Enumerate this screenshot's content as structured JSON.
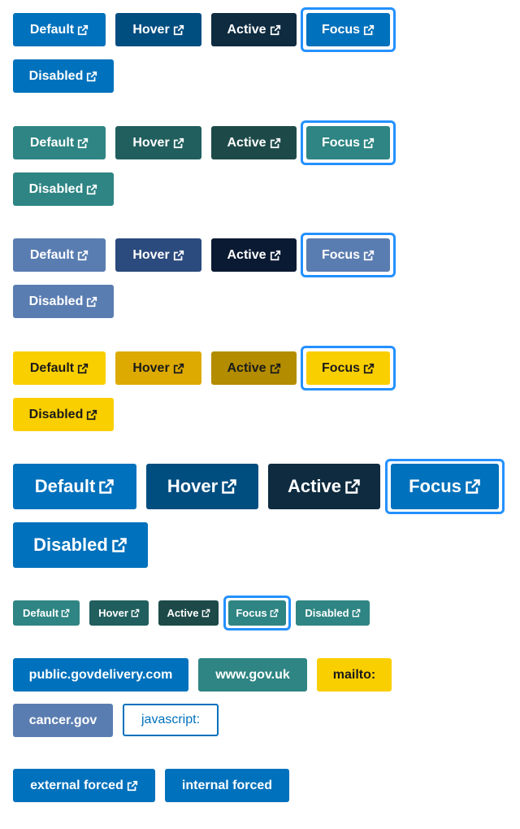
{
  "labels": {
    "default": "Default",
    "hover": "Hover",
    "active": "Active",
    "focus": "Focus",
    "disabled": "Disabled"
  },
  "links": {
    "public_govdelivery": "public.govdelivery.com",
    "www_gov_uk": "www.gov.uk",
    "mailto": "mailto:",
    "cancer_gov": "cancer.gov",
    "javascript": "javascript:",
    "external_forced": "external forced",
    "internal_forced": "internal forced"
  },
  "colors": {
    "primary": "#0071bc",
    "primary_hover": "#004d80",
    "primary_active": "#0e2b40",
    "teal": "#2e8583",
    "teal_hover": "#215e5e",
    "teal_active": "#1d4a48",
    "slate": "#5a7db1",
    "slate_hover": "#2b4a7d",
    "slate_active": "#0b1a33",
    "yellow": "#facf00",
    "yellow_hover": "#ddaa01",
    "yellow_active": "#b38c00",
    "focus_ring": "#2491ff"
  },
  "icons": {
    "external": "external-link-icon"
  }
}
